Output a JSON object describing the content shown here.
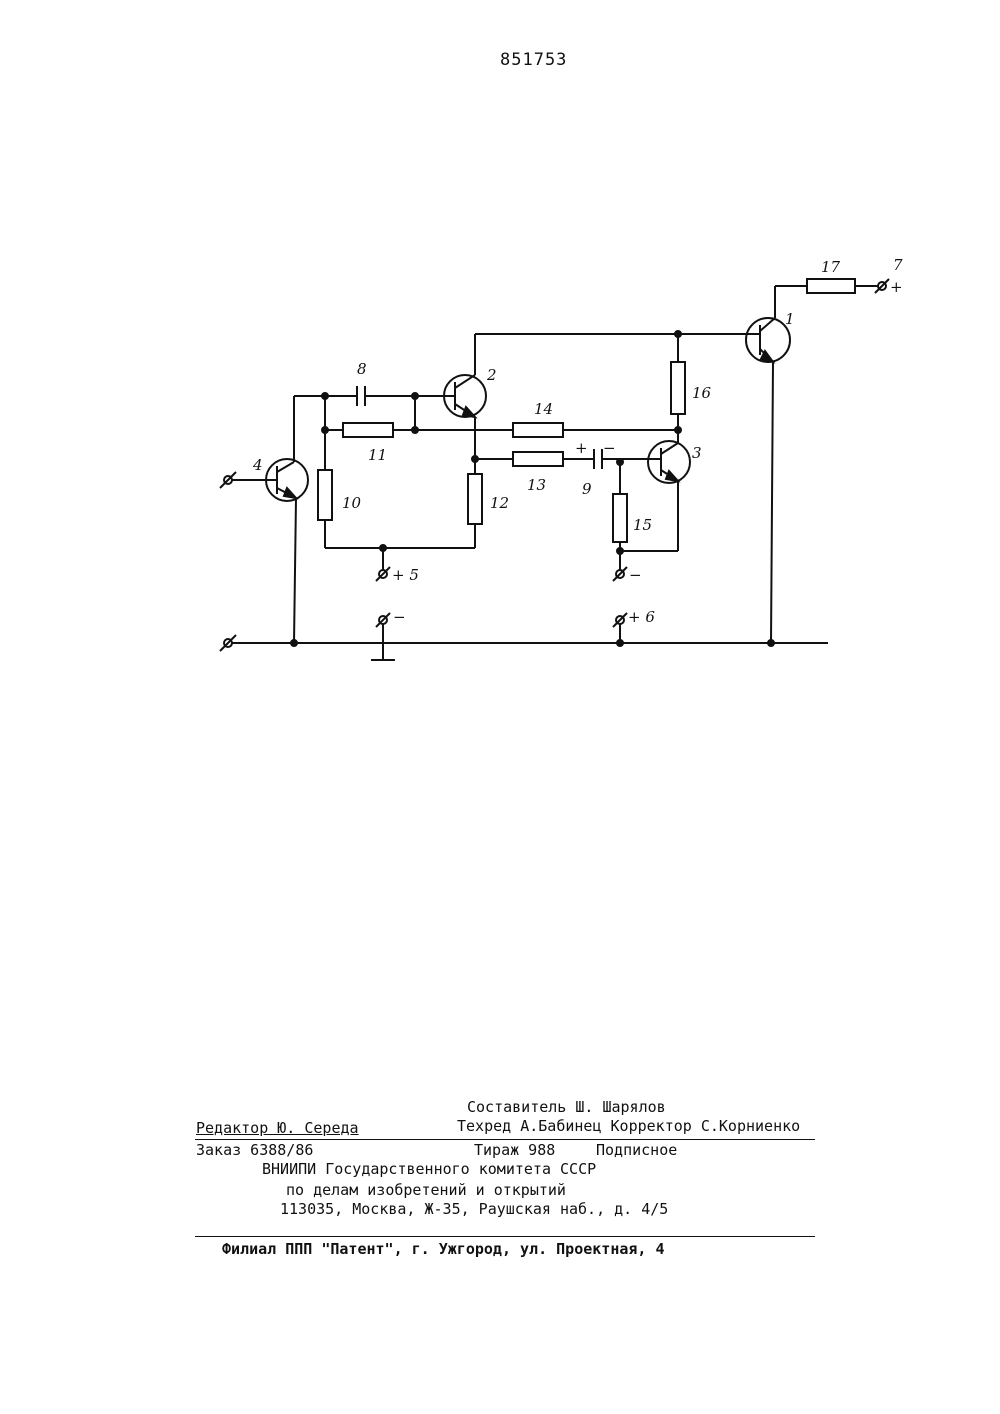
{
  "patent_number": "851753",
  "schematic": {
    "labels": {
      "t1": "1",
      "t2": "2",
      "t3": "3",
      "t4": "4",
      "c8": "8",
      "c9": "9",
      "r10": "10",
      "r11": "11",
      "r12": "12",
      "r13": "13",
      "r14": "14",
      "r15": "15",
      "r16": "16",
      "r17": "17",
      "term5": "+ 5",
      "term6": "+ 6",
      "term7": "7",
      "plus": "+",
      "minus": "−",
      "minus_c9": "−",
      "plus_c9": "+"
    }
  },
  "footer": {
    "compiler": "Составитель Ш. Шарялов",
    "editor": "Редактор Ю. Середа",
    "techred": "Техред А.Бабинец Корректор С.Корниенко",
    "order": "Заказ 6388/86",
    "circulation": "Тираж 988",
    "subscription": "Подписное",
    "org_line1": "ВНИИПИ Государственного комитета СССР",
    "org_line2": "по делам изобретений и открытий",
    "address": "113035, Москва, Ж-35, Раушская наб., д. 4/5",
    "branch": "Филиал ППП \"Патент\", г. Ужгород, ул. Проектная, 4"
  }
}
